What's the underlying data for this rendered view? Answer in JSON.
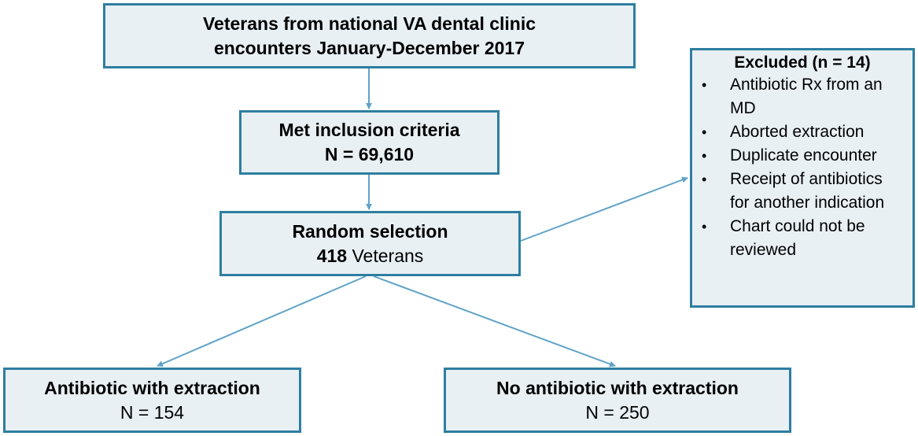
{
  "nodes": {
    "source": {
      "line1": "Veterans from national VA dental clinic",
      "line2": "encounters January-December 2017"
    },
    "inclusion": {
      "title": "Met inclusion criteria",
      "value": "N = 69,610"
    },
    "random": {
      "title": "Random selection",
      "count": "418",
      "unit": "Veterans"
    },
    "antibiotic": {
      "title": "Antibiotic with extraction",
      "value": "N = 154"
    },
    "no_antibiotic": {
      "title": "No antibiotic with extraction",
      "value": "N = 250"
    },
    "excluded": {
      "title": "Excluded (n = 14)",
      "bullet": "•",
      "items": [
        "Antibiotic Rx from an MD",
        "Aborted extraction",
        "Duplicate encounter",
        "Receipt of antibiotics for another indication",
        "Chart could not be reviewed"
      ]
    }
  },
  "colors": {
    "border": "#2e7ea0",
    "fill": "#e8f0f4",
    "connector": "#5fa3c7"
  }
}
